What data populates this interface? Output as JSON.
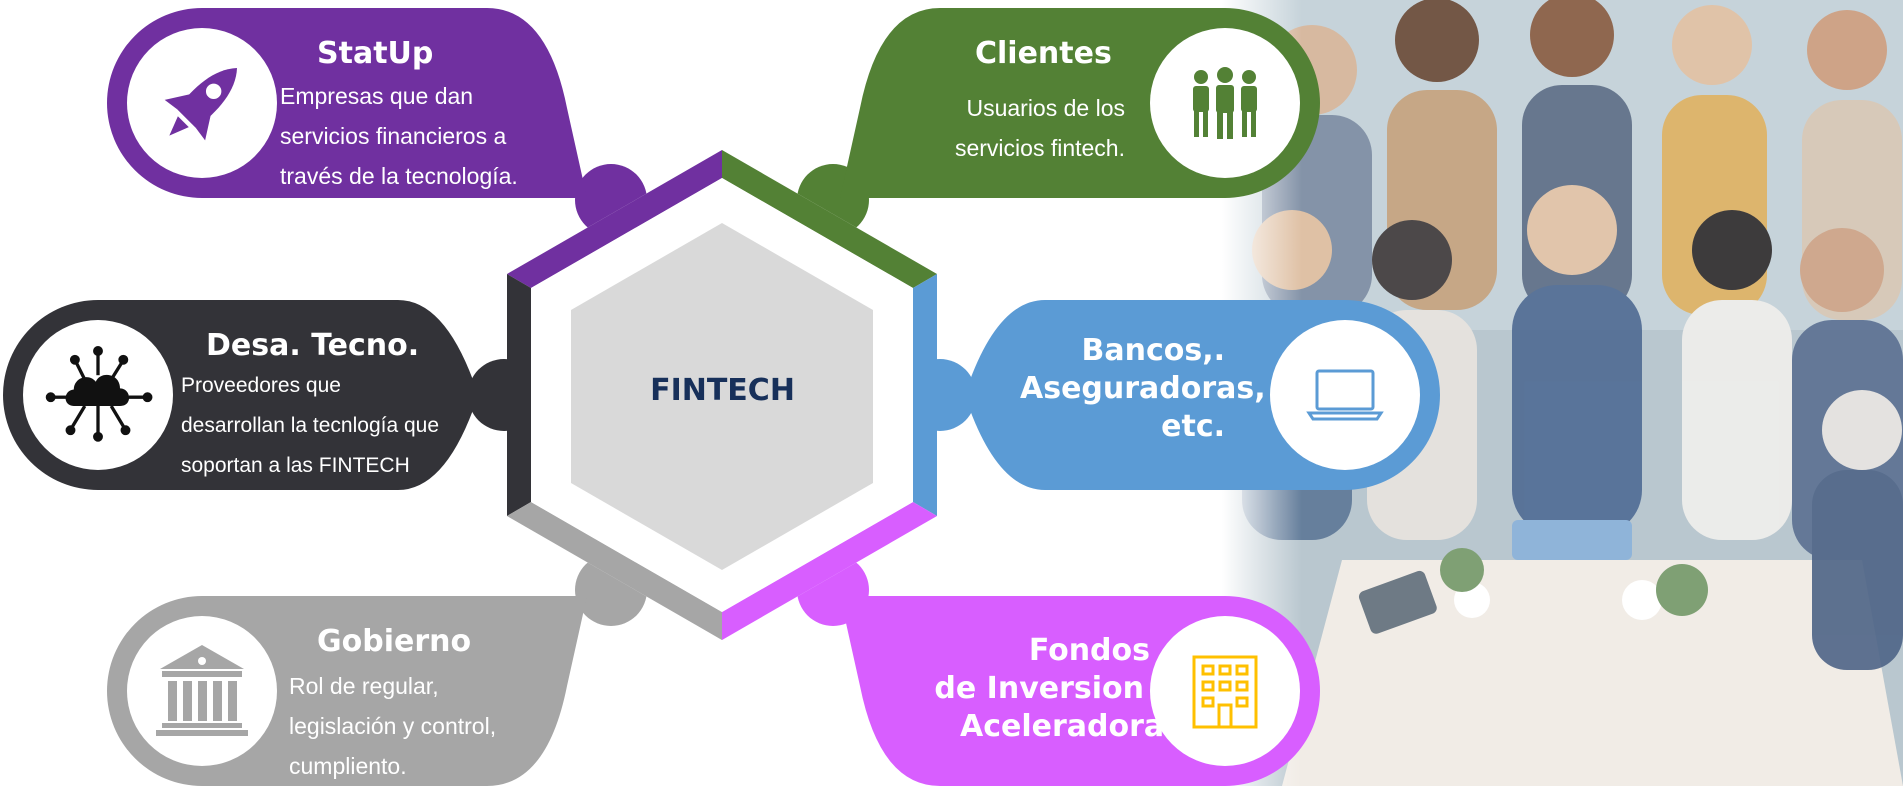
{
  "center": {
    "label": "FINTECH"
  },
  "colors": {
    "startup": "#7030a0",
    "clientes": "#538135",
    "desarrollo": "#333338",
    "bancos": "#5b9bd5",
    "gobierno": "#a6a6a6",
    "fondos": "#d85eff",
    "hex_inner": "#d9d9d9",
    "center_text": "#17305a",
    "fondos_icon": "#ffc000"
  },
  "nodes": {
    "startup": {
      "title": "StatUp",
      "desc": [
        "Empresas que dan",
        "servicios financieros a",
        "través de la tecnología."
      ],
      "icon": "rocket-icon"
    },
    "clientes": {
      "title": "Clientes",
      "desc": [
        "Usuarios de los",
        "servicios fintech."
      ],
      "icon": "group-icon"
    },
    "desarrollo": {
      "title": "Desa. Tecno.",
      "desc": [
        "Proveedores que",
        "desarrollan la tecnlogía que",
        "soportan a las FINTECH"
      ],
      "icon": "cloud-network-icon"
    },
    "bancos": {
      "title": [
        "Bancos,.",
        "Aseguradoras,",
        "etc."
      ],
      "icon": "laptop-icon"
    },
    "gobierno": {
      "title": "Gobierno",
      "desc": [
        "Rol de regular,",
        "legislación y control,",
        "cumpliento."
      ],
      "icon": "government-building-icon"
    },
    "fondos": {
      "title": [
        "Fondos",
        "de Inversion y",
        "Aceleradoras"
      ],
      "icon": "office-building-icon"
    }
  }
}
